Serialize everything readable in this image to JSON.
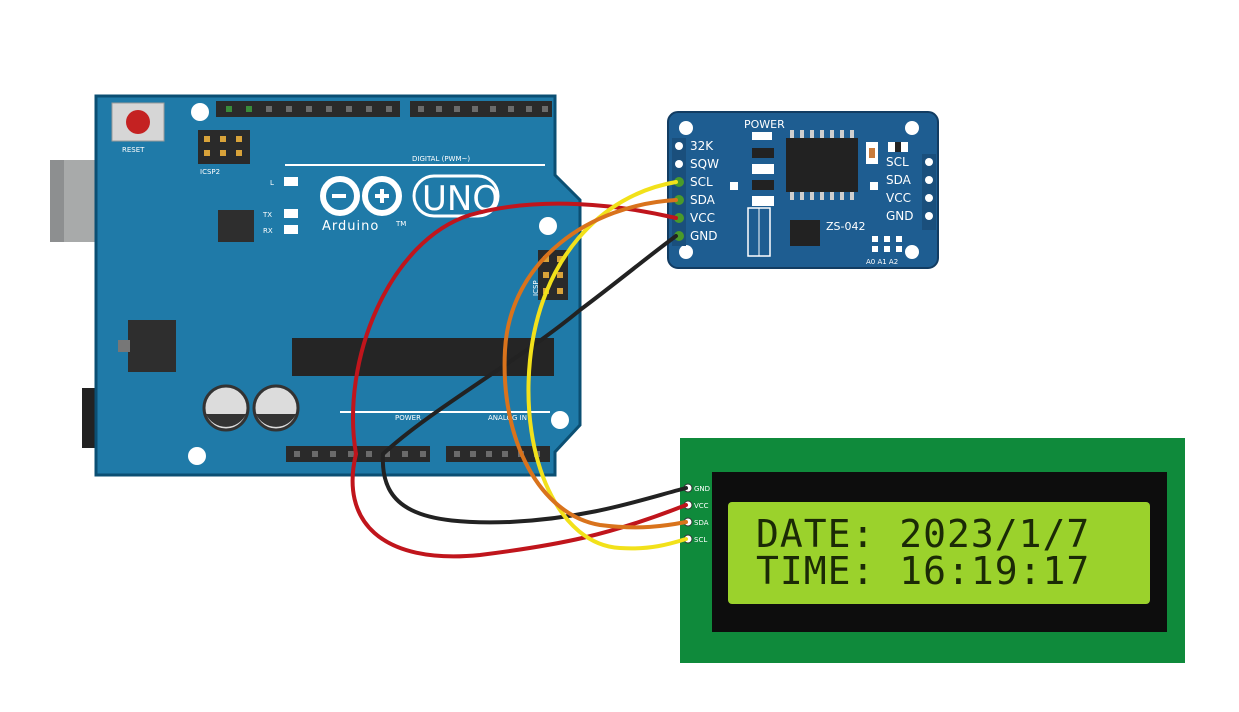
{
  "arduino": {
    "reset_label": "RESET",
    "icsp2_label": "ICSP2",
    "icsp_label": "ICSP",
    "digital_label": "DIGITAL (PWM~)",
    "power_label": "POWER",
    "analog_label": "ANALOG IN",
    "l_label": "L",
    "tx_label": "TX",
    "rx_label": "RX",
    "uno_label": "UNO",
    "brand_label": "Arduino",
    "tm_label": "TM"
  },
  "rtc_module": {
    "power_label": "POWER",
    "chip_label": "ZS-042",
    "address_label": "A0 A1 A2",
    "left_pins": [
      "32K",
      "SQW",
      "SCL",
      "SDA",
      "VCC",
      "GND"
    ],
    "right_pins": [
      "SCL",
      "SDA",
      "VCC",
      "GND"
    ]
  },
  "lcd": {
    "line1": "DATE: 2023/1/7",
    "line2": "TIME: 16:19:17",
    "i2c_pins": [
      "GND",
      "VCC",
      "SDA",
      "SCL"
    ]
  },
  "colors": {
    "board_blue": "#1f7aa8",
    "rtc_blue": "#1e5d91",
    "lcd_green": "#0f8a3b",
    "lcd_screen": "#9bd22c",
    "wire_red": "#c0151c",
    "wire_black": "#222222",
    "wire_yellow": "#f2e11a",
    "wire_orange": "#d9731c"
  }
}
